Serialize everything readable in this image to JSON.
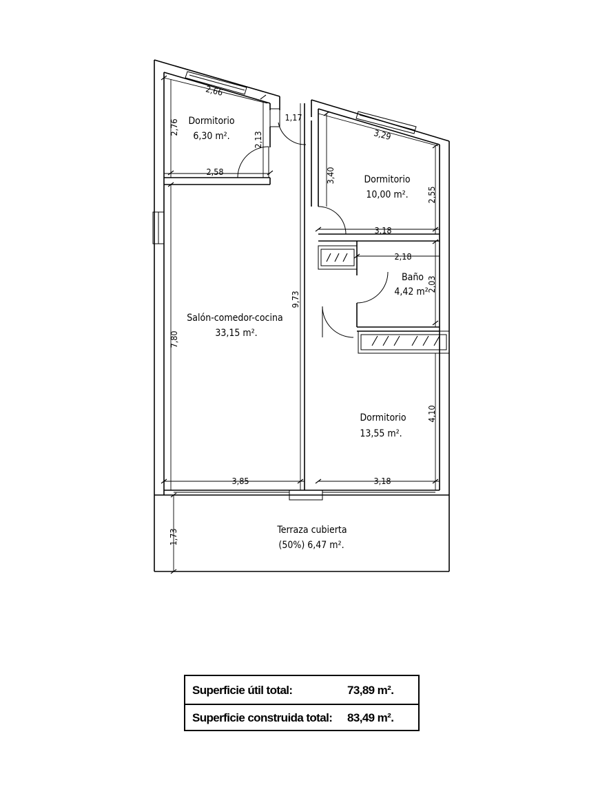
{
  "rooms": {
    "dormitorio_1": {
      "name": "Dormitorio",
      "area": "6,30 m²."
    },
    "dormitorio_2": {
      "name": "Dormitorio",
      "area": "10,00 m²."
    },
    "bano": {
      "name": "Baño",
      "area": "4,42 m²"
    },
    "salon": {
      "name": "Salón-comedor-cocina",
      "area": "33,15 m²."
    },
    "dormitorio_3": {
      "name": "Dormitorio",
      "area": "13,55 m²."
    },
    "terraza": {
      "name": "Terraza cubierta",
      "area": "(50%) 6,47 m²."
    }
  },
  "dimensions": {
    "d_2_66": "2,66",
    "d_2_76": "2,76",
    "d_2_13": "2,13",
    "d_1_17": "1,17",
    "d_2_58": "2,58",
    "d_3_29": "3,29",
    "d_3_40": "3,40",
    "d_2_55": "2,55",
    "d_3_18_a": "3,18",
    "d_2_18": "2,18",
    "d_2_03": "2,03",
    "d_9_73": "9,73",
    "d_7_80": "7,80",
    "d_4_10": "4,10",
    "d_3_85": "3,85",
    "d_3_18_b": "3,18",
    "d_1_73": "1,73"
  },
  "summary": {
    "util_label": "Superficie útil total:",
    "util_value": "73,89 m².",
    "construida_label": "Superficie construida total:",
    "construida_value": "83,49 m²."
  }
}
